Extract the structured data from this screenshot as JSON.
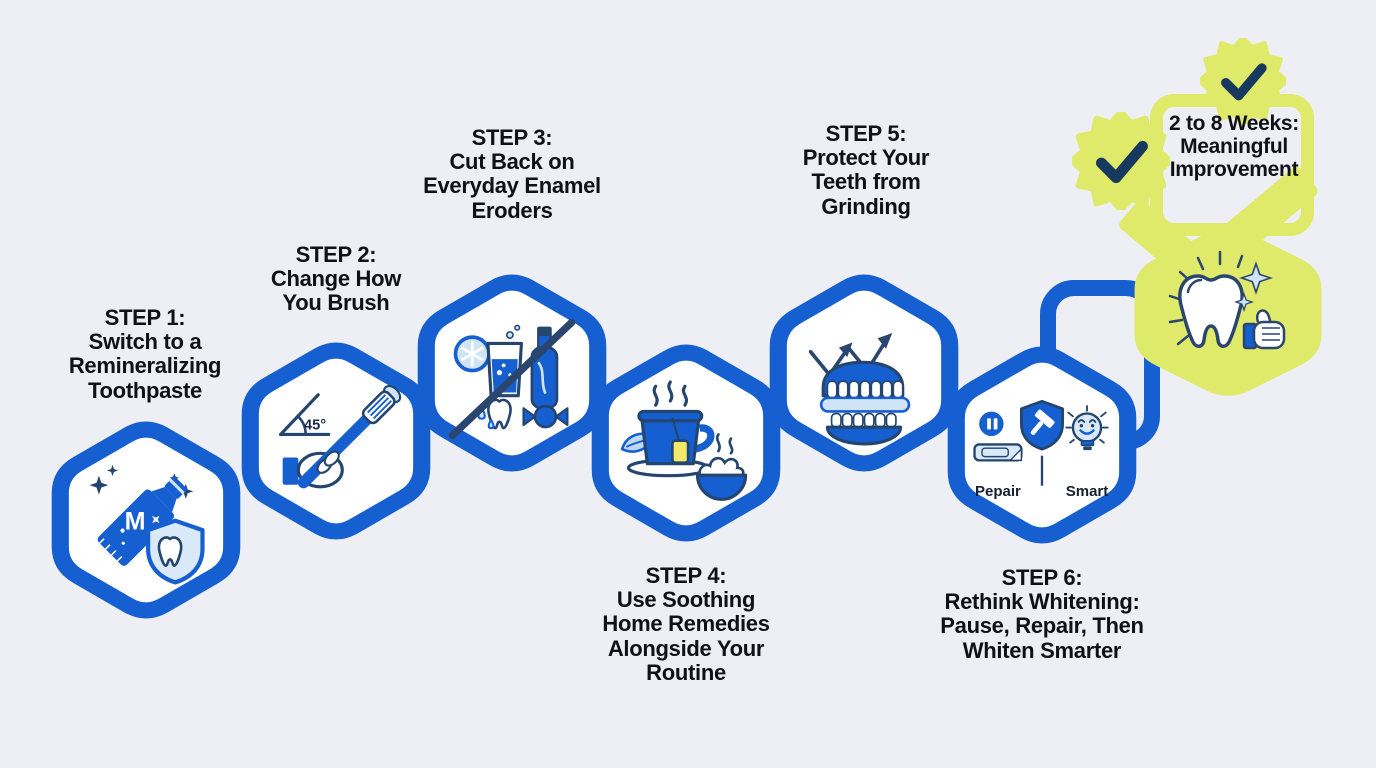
{
  "title": "Enamel care step infographic",
  "colors": {
    "bg": "#edeff4",
    "blue": "#155fd1",
    "navy": "#24456e",
    "check": "#17395e",
    "lime": "#dfe96a",
    "light": "#cfe4f6",
    "pale": "#d9e9f8",
    "yellow": "#f2e869",
    "text": "#101114"
  },
  "steps": [
    {
      "title": "STEP 1:",
      "lines": [
        "Switch to a",
        "Remineralizing",
        "Toothpaste"
      ],
      "icon": "toothpaste-shield-tooth-icon",
      "icon_label": "M"
    },
    {
      "title": "STEP 2:",
      "lines": [
        "Change How",
        "You Brush"
      ],
      "icon": "toothbrush-45-degree-icon",
      "icon_label": "45°"
    },
    {
      "title": "STEP 3:",
      "lines": [
        "Cut Back on",
        "Everyday Enamel",
        "Eroders"
      ],
      "icon": "no-acidic-food-drink-icon"
    },
    {
      "title": "STEP 4:",
      "lines": [
        "Use Soothing",
        "Home Remedies",
        "Alongside Your",
        "Routine"
      ],
      "icon": "tea-cup-remedy-icon"
    },
    {
      "title": "STEP 5:",
      "lines": [
        "Protect Your",
        "Teeth from",
        "Grinding"
      ],
      "icon": "mouthguard-teeth-icon"
    },
    {
      "title": "STEP 6:",
      "lines": [
        "Rethink Whitening:",
        "Pause, Repair, Then",
        "Whiten Smarter"
      ],
      "icon": "pause-repair-smart-icon",
      "icon_labels": {
        "pause": "Pepair",
        "smart": "Smart"
      }
    }
  ],
  "result": {
    "lines": [
      "2 to 8 Weeks:",
      "Meaningful",
      "Improvement"
    ],
    "icon": "sparkling-tooth-thumbs-up-icon",
    "badge_icon": "checkmark-seal-icon"
  }
}
